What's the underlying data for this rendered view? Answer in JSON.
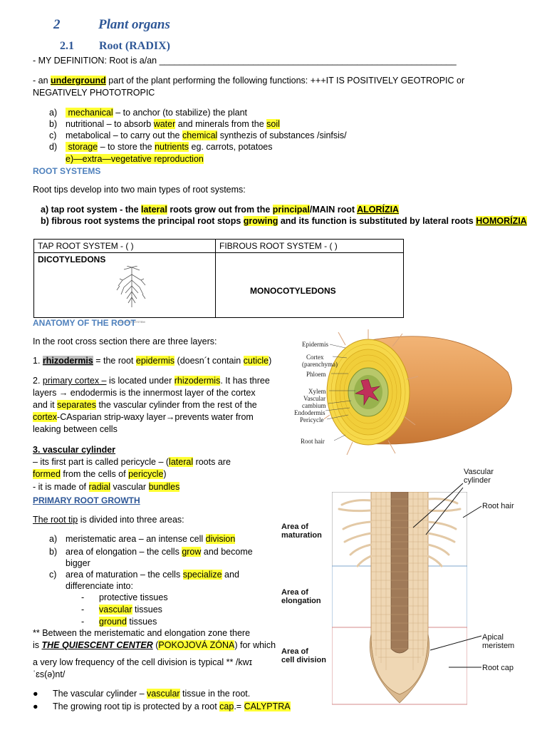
{
  "heading": {
    "num": "2",
    "title": "Plant organs"
  },
  "subheading": {
    "num": "2.1",
    "title": "Root (RADIX)"
  },
  "definition": "- MY  DEFINITION: Root is a/an ____________________________________________________________",
  "intro": {
    "pre": "- an ",
    "hl": "underground",
    "post": " part of the plant performing the following functions: +++IT IS POSITIVELY GEOTROPIC or",
    "line2": "NEGATIVELY PHOTOTROPIC"
  },
  "functions": [
    {
      "mark": "a)",
      "hl": "mechanical",
      "text": " – to anchor (to stabilize) the plant"
    },
    {
      "mark": "b)",
      "pre": "nutritional – to absorb ",
      "hl": "water",
      "mid": " and minerals from the ",
      "hl2": "soil"
    },
    {
      "mark": "c)",
      "pre": "metabolical – to carry out the ",
      "hl": "chemical",
      "post": " synthezis of substances  /sinfsis/"
    },
    {
      "mark": "d)",
      "hl": "storage",
      "pre": " – to store the ",
      "hl2": "nutrients",
      "post": " eg. carrots, potatoes"
    },
    {
      "mark": "",
      "hl": "e)—extra—vegetative reproduction"
    }
  ],
  "root_systems_title": "ROOT SYSTEMS",
  "root_systems_intro": "Root tips develop into two main types of root systems:",
  "tap": {
    "pre": "a)  tap root system - the ",
    "hl": "lateral",
    "mid": " roots grow out from the ",
    "hl2": "principal",
    "post": "/MAIN root   ",
    "hl3": "ALORÍZIA"
  },
  "fibrous": {
    "pre": "b) fibrous root systems the principal root stops ",
    "hl": "growing",
    "post": " and its function is substituted by lateral roots   ",
    "hl2": "HOMORÍZIA"
  },
  "table": {
    "col1": "TAP ROOT SYSTEM -  (                              )",
    "col2": "FIBROUS ROOT SYSTEM - (                               )",
    "dico": "DICOTYLEDONS",
    "mono": "MONOCOTYLEDONS",
    "caption": "TAP ROOT SYSTEM"
  },
  "anatomy_title": "ANATOMY OF THE ROOT",
  "anatomy_intro": "In the root cross section there are three layers:",
  "layer1": {
    "num": "1. ",
    "hl": "rhizodermis",
    "pre": " = the root ",
    "hl2": "epidermis",
    "mid": " (doesn´t contain ",
    "hl3": "cuticle",
    "post": ")"
  },
  "layer2": {
    "l1a": "2. ",
    "l1u": "primary cortex –",
    "l1b": " is located under ",
    "l1hl": "rhizodermis",
    "l1c": ". It has three",
    "l2": "layers → endodermis is the innermost layer of the cortex",
    "l3a": "and it ",
    "l3hl": "separates",
    "l3b": " the vascular cylinder from the rest of the",
    "l4hl": "cortex",
    "l4b": "-CAsparian strip-waxy layer→prevents water from",
    "l5": "leaking between cells"
  },
  "layer3": {
    "title": "3. vascular cylinder ",
    "l1a": "– its first part is called pericycle – (",
    "l1hl": "lateral",
    "l1b": " roots are",
    "l2hl": "formed",
    "l2b": " from the cells of ",
    "l2hl2": "pericycle",
    "l2c": ")",
    "l3a": "- it is made of ",
    "l3hl": "radial",
    "l3b": " vascular ",
    "l3hl2": "bundles"
  },
  "growth_title": "PRIMARY ROOT GROWTH",
  "tip": {
    "u": "The root tip",
    "post": " is divided into three areas:"
  },
  "areas": [
    {
      "mark": "a)",
      "pre": "meristematic area – an intense cell ",
      "hl": "division"
    },
    {
      "mark": "b)",
      "pre": "area of elongation – the cells ",
      "hl": "grow",
      "post": " and become",
      "line2": "bigger"
    },
    {
      "mark": "c)",
      "pre": "area of maturation – the cells ",
      "hl": "specialize",
      "post": " and",
      "line2": "differenciate into:"
    }
  ],
  "tissues": [
    {
      "pre": "protective tissues"
    },
    {
      "hl": "vascular",
      "post": " tissues"
    },
    {
      "hl": "ground",
      "post": " tissues"
    }
  ],
  "quiescent": {
    "l1": "** Between the meristematic and elongation zone there",
    "l2a": "is ",
    "l2bu": "THE QUIESCENT CENTER",
    "l2b": " (",
    "l2hl": "POKOJOVÁ ZÓNA",
    "l2c": ") for which",
    "l3": "a very low frequency of the cell division is typical **  /kwɪ",
    "l4": "ˈɛs(ə)nt/"
  },
  "bullets": [
    {
      "pre": "The vascular cylinder – ",
      "hl": "vascular",
      "post": " tissue in the root."
    },
    {
      "pre": "The growing root tip is protected by a root ",
      "hl": "cap",
      "post": ".= ",
      "hl2": "CALYPTRA"
    }
  ],
  "cross_labels": [
    "Epidermis",
    "Cortex",
    "(parenchyma)",
    "Phloem",
    "Xylem",
    "Vascular",
    "cambium",
    "Endodermis",
    "Pericycle",
    "Root hair"
  ],
  "tip_labels": {
    "vascular": "Vascular",
    "cylinder": "cylinder",
    "hair": "Root hair",
    "mat1": "Area of",
    "mat2": "maturation",
    "elo1": "Area of",
    "elo2": "elongation",
    "div1": "Area of",
    "div2": "cell division",
    "apical1": "Apical",
    "apical2": "meristem",
    "cap": "Root cap"
  },
  "colors": {
    "heading": "#2e5797",
    "section": "#4f81bd",
    "highlight": "#ffff33"
  }
}
